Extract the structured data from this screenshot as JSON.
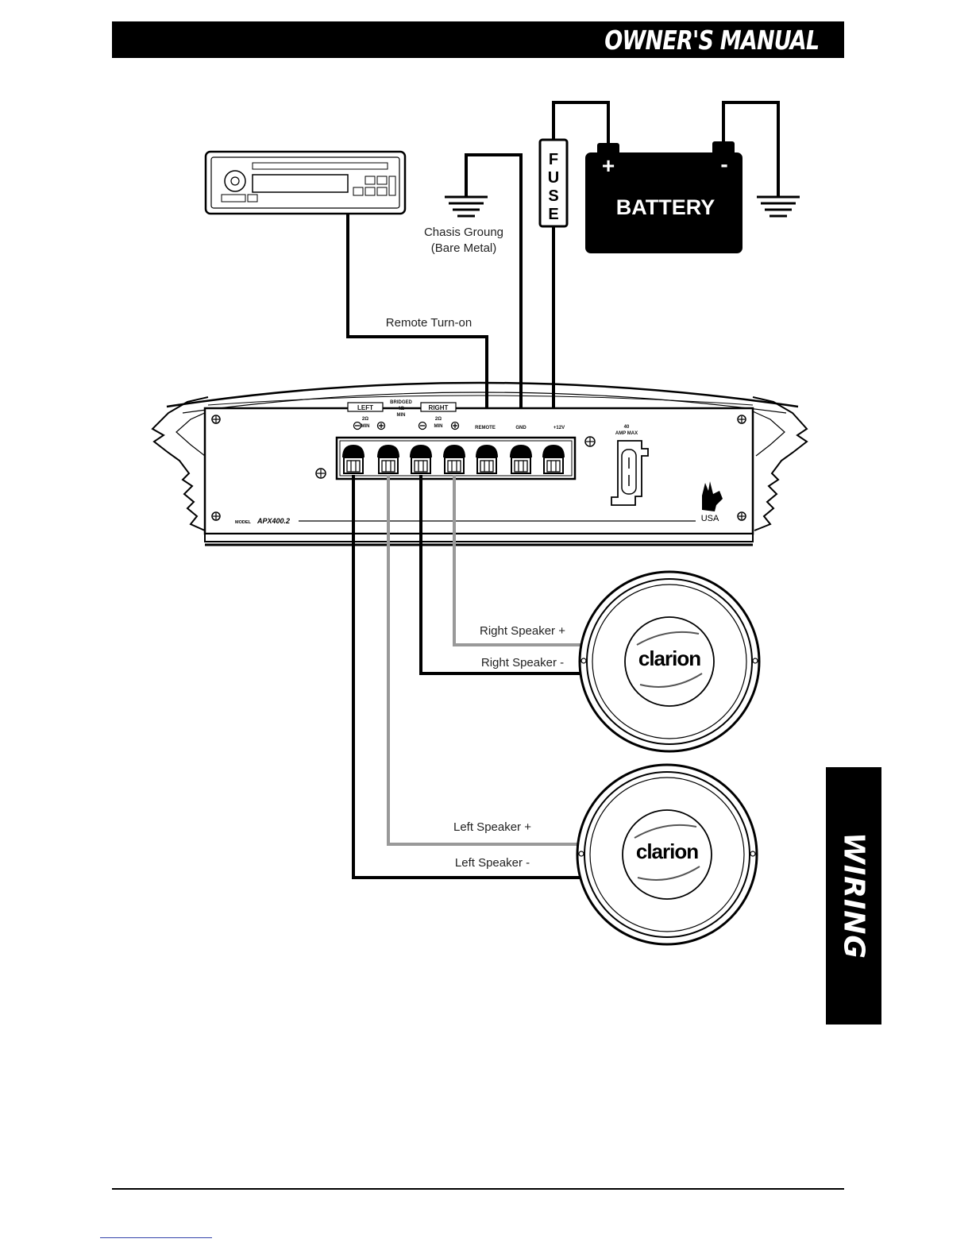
{
  "header": {
    "title": "OWNER'S MANUAL"
  },
  "side_tab": {
    "label": "WIRING"
  },
  "diagram": {
    "fuse_letters": [
      "F",
      "U",
      "S",
      "E"
    ],
    "battery": {
      "label": "BATTERY",
      "positive": "+",
      "negative": "-"
    },
    "chassis_ground": {
      "line1": "Chasis Groung",
      "line2": "(Bare Metal)"
    },
    "remote_label": "Remote Turn-on",
    "amplifier": {
      "model_prefix": "MODEL",
      "model": "APX400.2",
      "origin": "USA",
      "left_label": "LEFT",
      "right_label": "RIGHT",
      "bridged_label": "BRIDGED",
      "bridged_sub1": "4Ω",
      "bridged_sub2": "MIN",
      "left_sub1": "2Ω",
      "left_sub2": "MIN",
      "right_sub1": "2Ω",
      "right_sub2": "MIN",
      "remote_term": "REMOTE",
      "gnd_term": "GND",
      "v12_term": "+12V",
      "fuse_rating1": "40",
      "fuse_rating2": "AMP MAX"
    },
    "speakers": [
      {
        "brand": "clarion",
        "plus_label": "Right Speaker +",
        "minus_label": "Right Speaker -"
      },
      {
        "brand": "clarion",
        "plus_label": "Left Speaker +",
        "minus_label": "Left Speaker -"
      }
    ]
  }
}
